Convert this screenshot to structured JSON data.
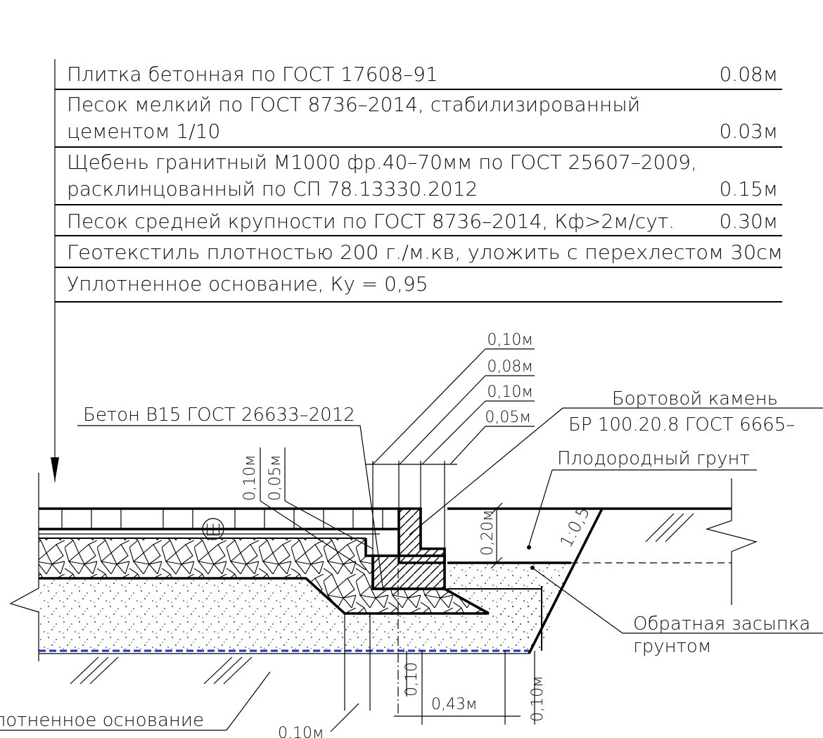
{
  "layers": [
    {
      "lines": [
        "Плитка бетонная по ГОСТ 17608–91"
      ],
      "thickness": "0.08м"
    },
    {
      "lines": [
        "Песок мелкий по ГОСТ 8736–2014, стабилизированный",
        "цементом 1/10"
      ],
      "thickness": "0.03м"
    },
    {
      "lines": [
        "Щебень гранитный М1000 фр.40–70мм по ГОСТ 25607–2009,",
        "расклинцованный по СП 78.13330.2012"
      ],
      "thickness": "0.15м"
    },
    {
      "lines": [
        "Песок средней крупности по ГОСТ 8736–2014, Кф>2м/сут."
      ],
      "thickness": "0.30м"
    },
    {
      "lines": [
        "Геотекстиль плотностью 200 г./м.кв, уложить с перехлестом 30см"
      ],
      "thickness": ""
    },
    {
      "lines": [
        "Уплотненное основание, Ку = 0,95"
      ],
      "thickness": ""
    }
  ],
  "labels": {
    "beton": "Бетон В15 ГОСТ 26633–2012",
    "curb_1": "Бортовой камень",
    "curb_2": "БР 100.20.8 ГОСТ 6665–",
    "topsoil": "Плодородный грунт",
    "backfill_1": "Обратная засыпка",
    "backfill_2": "грунтом",
    "base": "Уплотненное основание",
    "slope": "1:0,5",
    "circle_mark": "Ш"
  },
  "dims": {
    "stack": [
      "0,10м",
      "0,08м",
      "0,10м",
      "0,05м"
    ],
    "vert_010": "0,10м",
    "vert_005": "0,05м",
    "topsoil_020": "0,20м",
    "bottom_010a": "0,10",
    "bottom_043": "0,43м",
    "bottom_010b": "0,10м",
    "bottom_010c": "0,10м"
  }
}
